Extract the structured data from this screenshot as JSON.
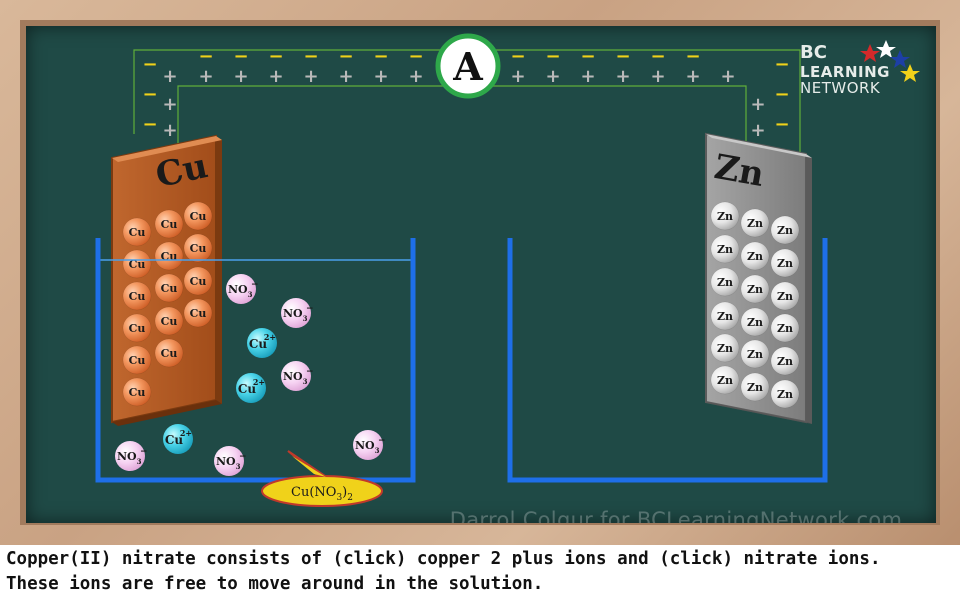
{
  "ammeter": {
    "label": "A"
  },
  "electrodes": {
    "copper": {
      "label": "Cu",
      "atom_label": "Cu"
    },
    "zinc": {
      "label": "Zn",
      "atom_label": "Zn"
    }
  },
  "ions": {
    "copper_ion": {
      "base": "Cu",
      "charge": "2+"
    },
    "nitrate_ion": {
      "base": "NO",
      "subscript": "3",
      "charge": "−"
    }
  },
  "wire_charges": {
    "negative": "−",
    "positive": "+"
  },
  "solution_label": {
    "prefix": "Cu(NO",
    "subscript": "3",
    "suffix": ")",
    "subscript2": "2"
  },
  "logo": {
    "line1": "BC",
    "line2": "LEARNING",
    "line3": "NETWORK"
  },
  "watermark": "Darrol Colgur for BCLearningNetwork.com",
  "caption": {
    "line1": "Copper(II) nitrate consists of (click) copper 2 plus ions and (click) nitrate ions.",
    "line2": "These ions are free to move around in the solution."
  },
  "colors": {
    "board": "#1f4a46",
    "frame": "#c9a283",
    "beaker": "#1e6fe8",
    "wire": "#5fae3a",
    "copper_electrode": "#b45a22",
    "copper_atom": "#f08a50",
    "zinc_electrode": "#8e8e8e",
    "zinc_atom": "#ececec",
    "copper_ion": "#3ec9e0",
    "nitrate_ion": "#f4c6ef",
    "label_bubble": "#f0d21a",
    "label_bubble_border": "#c0392b"
  }
}
